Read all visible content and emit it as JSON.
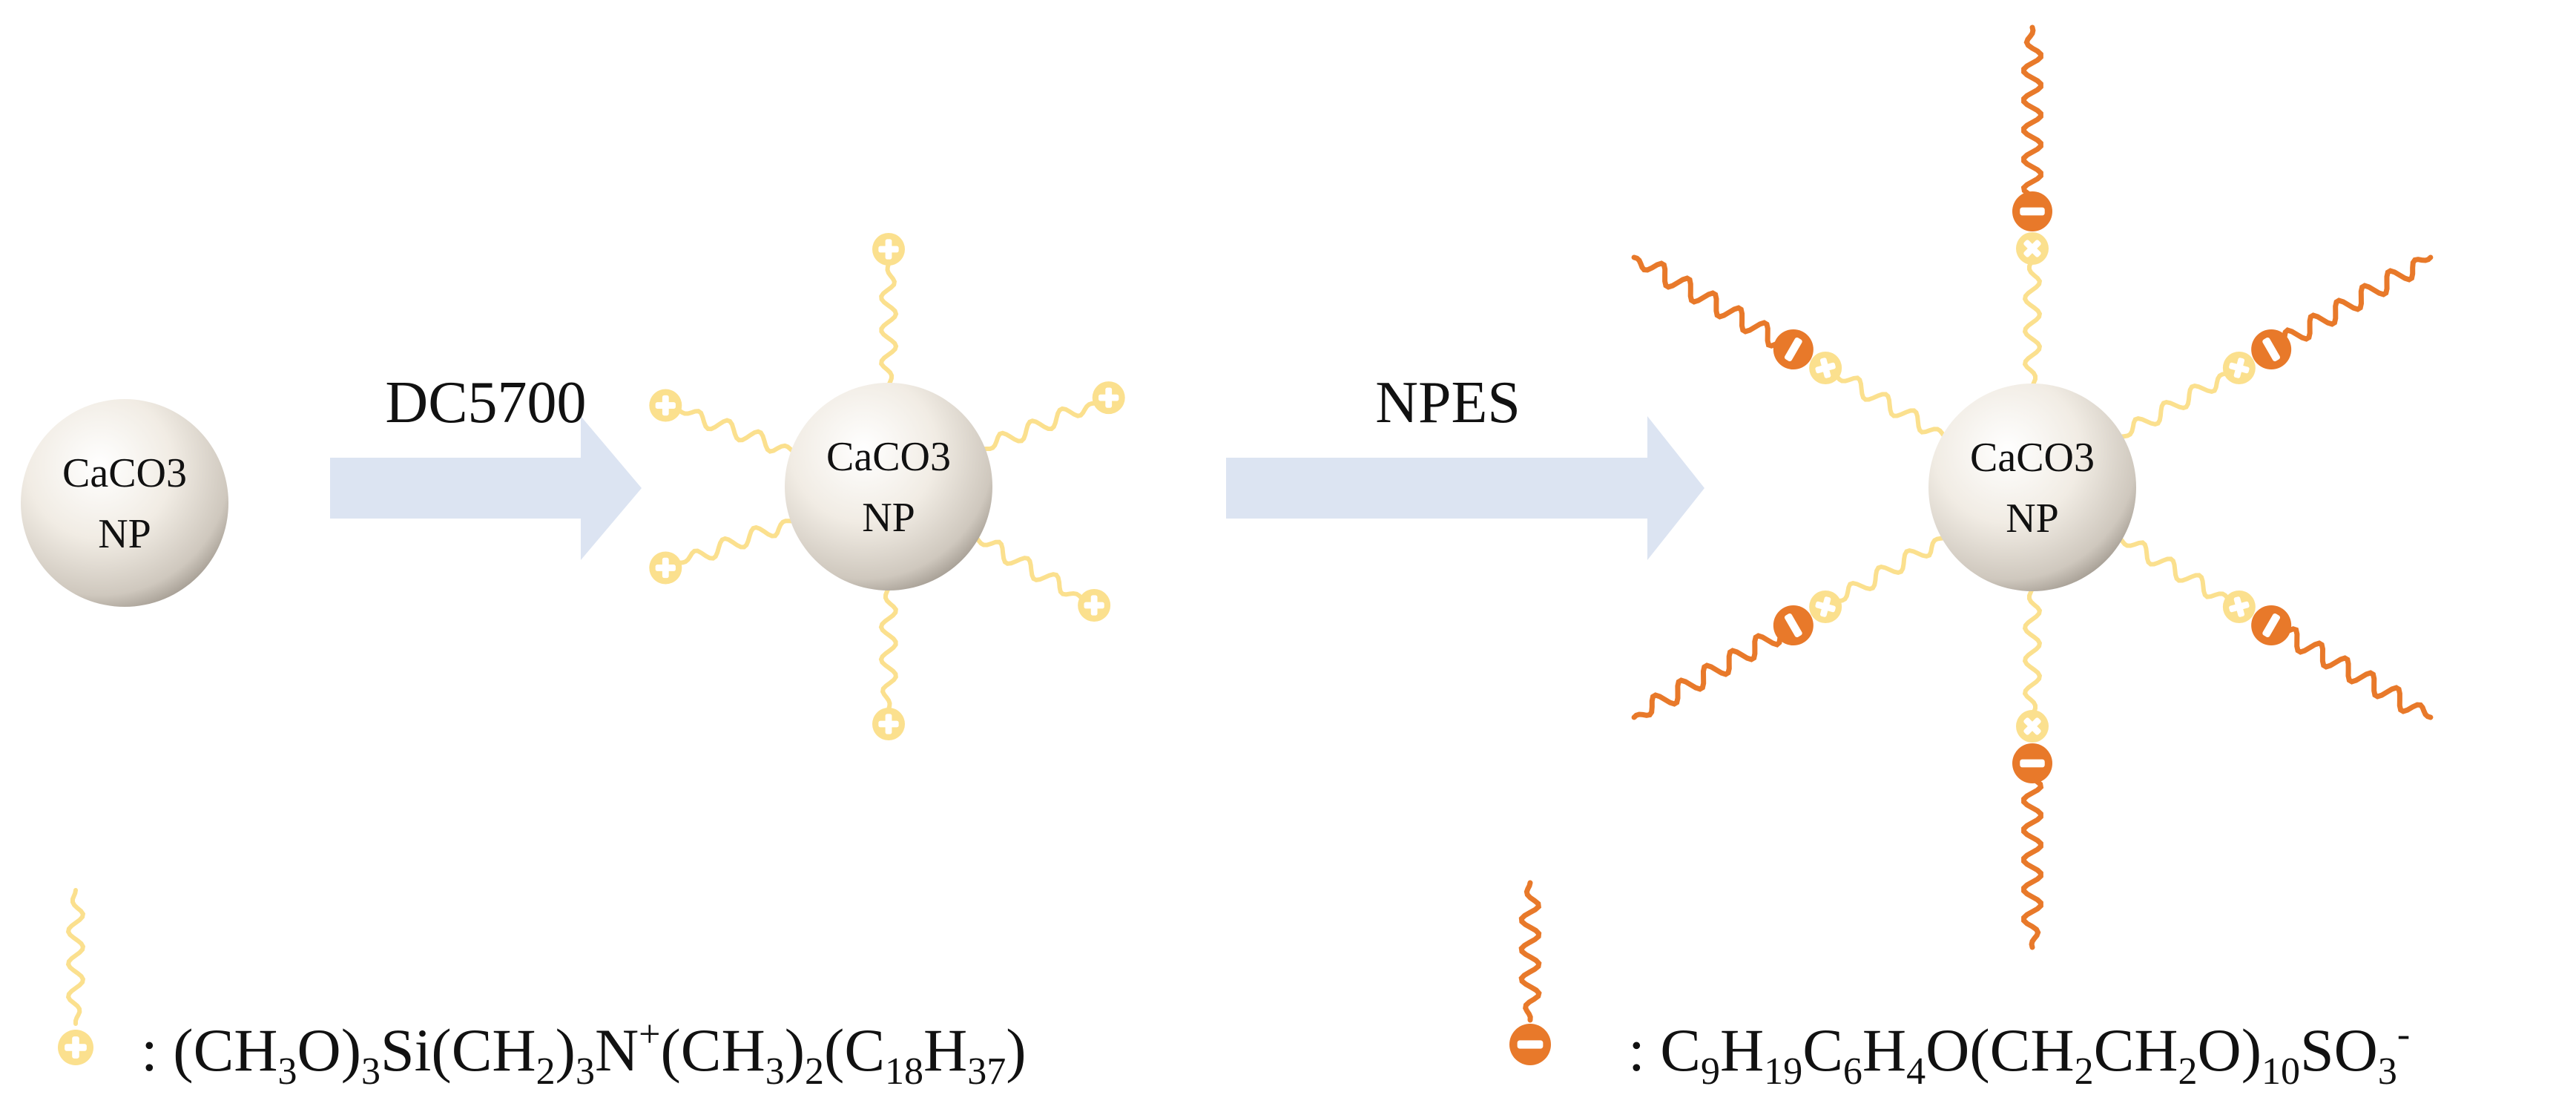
{
  "colors": {
    "cation_chain": "#FBE08E",
    "anion_chain": "#E8792A",
    "arrow": "#DCE4F2",
    "particle_light": "#FFFFFF",
    "particle_mid": "#EFEAE2",
    "particle_dark": "#A9A197"
  },
  "particles": [
    {
      "line1": "CaCO3",
      "line2": "NP"
    },
    {
      "line1": "CaCO3",
      "line2": "NP"
    },
    {
      "line1": "CaCO3",
      "line2": "NP"
    }
  ],
  "steps": [
    {
      "label": "DC5700"
    },
    {
      "label": "NPES"
    }
  ],
  "legend": {
    "cation": {
      "icon": "plus-charged-chain-icon",
      "prefix": ": (CH",
      "parts": [
        {
          "t": ": (CH",
          "s": ""
        },
        {
          "t": "3",
          "s": "sub"
        },
        {
          "t": "O)",
          "s": ""
        },
        {
          "t": "3",
          "s": "sub"
        },
        {
          "t": "Si(CH",
          "s": ""
        },
        {
          "t": "2",
          "s": "sub"
        },
        {
          "t": ")",
          "s": ""
        },
        {
          "t": "3",
          "s": "sub"
        },
        {
          "t": "N",
          "s": ""
        },
        {
          "t": "+",
          "s": "sup"
        },
        {
          "t": "(CH",
          "s": ""
        },
        {
          "t": "3",
          "s": "sub"
        },
        {
          "t": ")",
          "s": ""
        },
        {
          "t": "2",
          "s": "sub"
        },
        {
          "t": "(C",
          "s": ""
        },
        {
          "t": "18",
          "s": "sub"
        },
        {
          "t": "H",
          "s": ""
        },
        {
          "t": "37",
          "s": "sub"
        },
        {
          "t": ")",
          "s": ""
        }
      ]
    },
    "anion": {
      "icon": "minus-charged-chain-icon",
      "parts": [
        {
          "t": ": C",
          "s": ""
        },
        {
          "t": "9",
          "s": "sub"
        },
        {
          "t": "H",
          "s": ""
        },
        {
          "t": "19",
          "s": "sub"
        },
        {
          "t": "C",
          "s": ""
        },
        {
          "t": "6",
          "s": "sub"
        },
        {
          "t": "H",
          "s": ""
        },
        {
          "t": "4",
          "s": "sub"
        },
        {
          "t": "O(CH",
          "s": ""
        },
        {
          "t": "2",
          "s": "sub"
        },
        {
          "t": "CH",
          "s": ""
        },
        {
          "t": "2",
          "s": "sub"
        },
        {
          "t": "O)",
          "s": ""
        },
        {
          "t": "10",
          "s": "sub"
        },
        {
          "t": "SO",
          "s": ""
        },
        {
          "t": "3",
          "s": "sub"
        },
        {
          "t": "-",
          "s": "sup"
        }
      ]
    }
  }
}
